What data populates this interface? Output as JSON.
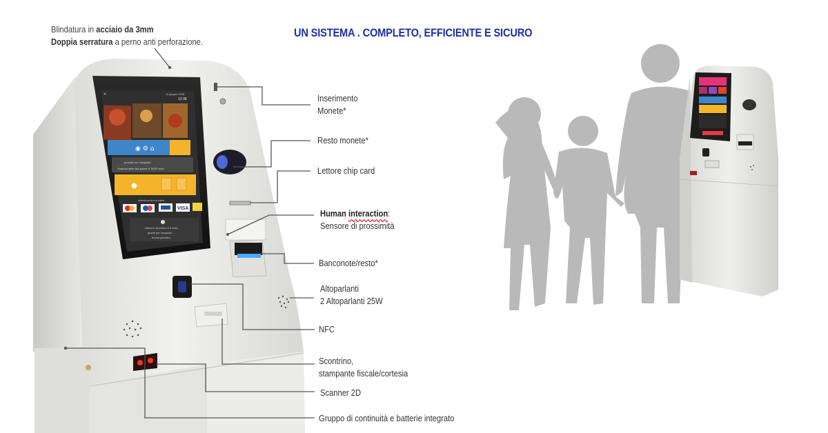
{
  "header": {
    "title": "UN SISTEMA . COMPLETO, EFFICIENTE E SICURO"
  },
  "top_note": {
    "line1_prefix": "Blindatura in ",
    "line1_bold": "acciaio da 3mm",
    "line2_bold": "Doppia serratura",
    "line2_suffix": "  a perno anti perforazione."
  },
  "callouts": {
    "coin_insert_1": "Inserimento",
    "coin_insert_2": "Monete*",
    "coin_change": "Resto monete*",
    "chip_reader": "Lettore chip card",
    "human_bold": "Human",
    "human_underlined": "interaction",
    "human_suffix": ":",
    "proximity": "Sensore di prossimità",
    "banknotes": "Banconote/resto*",
    "speakers_1": "Altoparlanti",
    "speakers_2": "2 Altoparlanti  25W",
    "nfc": "NFC",
    "receipt_1": "Scontrino,",
    "receipt_2": "stampante fiscale/cortesia",
    "scanner": "Scanner 2D",
    "ups": "Gruppo di continuità e batterie integrato"
  },
  "screen": {
    "date": "11 giugno 2015",
    "time": "12:38",
    "prompt_1": "procedi con l'acquisto",
    "prompt_2": "l'importo della tua spesa: € 16,00 euro",
    "select_card": "seleziona la tua carta",
    "cards": [
      "MasterCard",
      "Maestro",
      "PAY",
      "VISA",
      ""
    ],
    "bottom_1": "Attiva lo scontrino e il resto",
    "bottom_2": "grazie per l'acquisto",
    "bottom_3": "buona giornata"
  },
  "colors": {
    "title": "#1e2fa8",
    "kiosk_body": "#e9e9e6",
    "screen_yellow": "#f4b52a",
    "screen_blue": "#3f86c9",
    "leader_line": "#555555",
    "silhouette": "#b9b9b9"
  }
}
